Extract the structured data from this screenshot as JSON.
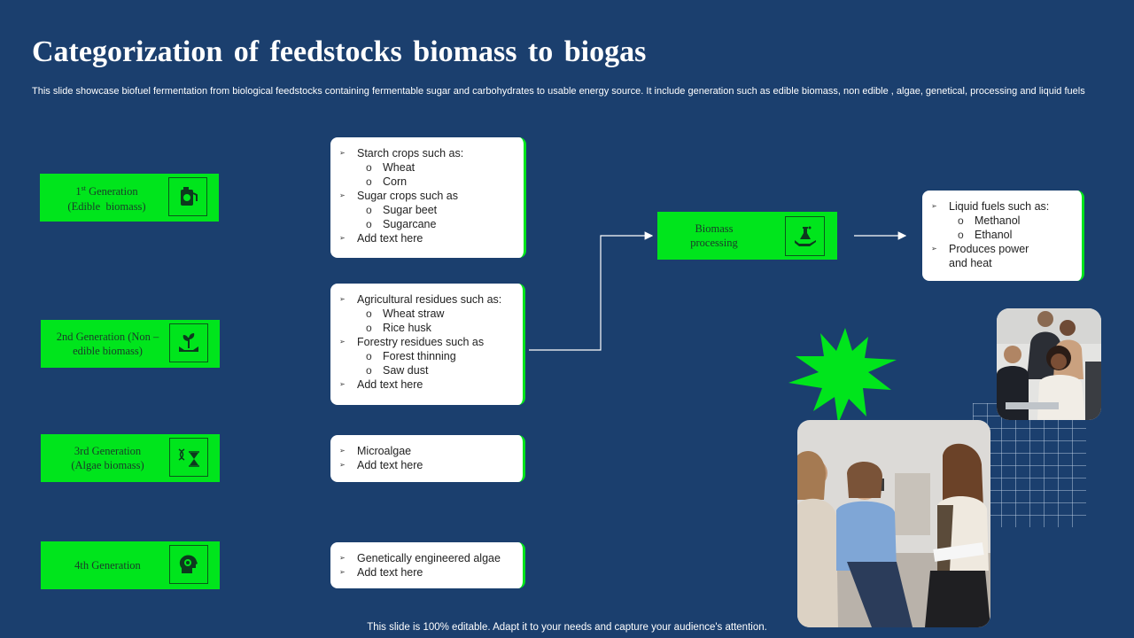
{
  "title": "Categorization  of feedstocks  biomass  to biogas",
  "subtitle": "This slide showcase biofuel fermentation from biological feedstocks containing fermentable sugar and carbohydrates to usable energy source. It include generation such as edible biomass, non edible , algae, genetical, processing and liquid fuels",
  "generations": [
    {
      "label_html": "1<sup>st</sup> Generation\n(Edible  biomass)",
      "icon": "fuel-can-icon"
    },
    {
      "label": "2nd Generation (Non –\nedible biomass)",
      "icon": "plant-hands-icon"
    },
    {
      "label": "3rd Generation\n(Algae biomass)",
      "icon": "dna-hourglass-icon"
    },
    {
      "label": "4th Generation",
      "icon": "gear-head-icon"
    }
  ],
  "boxes": [
    {
      "items": [
        {
          "text": "Starch crops such as:",
          "level": 1
        },
        {
          "text": "Wheat",
          "level": 2
        },
        {
          "text": "Corn",
          "level": 2
        },
        {
          "text": "Sugar crops such as",
          "level": 1
        },
        {
          "text": "Sugar beet",
          "level": 2
        },
        {
          "text": "Sugarcane",
          "level": 2
        },
        {
          "text": "Add text here",
          "level": 1
        }
      ]
    },
    {
      "items": [
        {
          "text": "Agricultural residues such as:",
          "level": 1
        },
        {
          "text": "Wheat straw",
          "level": 2
        },
        {
          "text": "Rice husk",
          "level": 2
        },
        {
          "text": "Forestry residues such as",
          "level": 1
        },
        {
          "text": "Forest thinning",
          "level": 2
        },
        {
          "text": "Saw dust",
          "level": 2
        },
        {
          "text": "Add text here",
          "level": 1
        }
      ]
    },
    {
      "items": [
        {
          "text": "Microalgae",
          "level": 1
        },
        {
          "text": "Add text here",
          "level": 1
        }
      ]
    },
    {
      "items": [
        {
          "text": "Genetically engineered  algae",
          "level": 1
        },
        {
          "text": "Add text here",
          "level": 1
        }
      ]
    }
  ],
  "processing": {
    "label": "Biomass\nprocessing",
    "icon": "flask-hand-icon"
  },
  "output_box": {
    "items": [
      {
        "text": "Liquid fuels such as:",
        "level": 1
      },
      {
        "text": "Methanol",
        "level": 2
      },
      {
        "text": "Ethanol",
        "level": 2
      },
      {
        "text": "Produces power",
        "level": 1
      },
      {
        "text": "and heat",
        "level": 3
      }
    ]
  },
  "footer": "This slide is 100% editable. Adapt it to your needs and capture your audience's attention.",
  "colors": {
    "background": "#1b3f6e",
    "accent": "#00e51c",
    "box": "#ffffff"
  }
}
